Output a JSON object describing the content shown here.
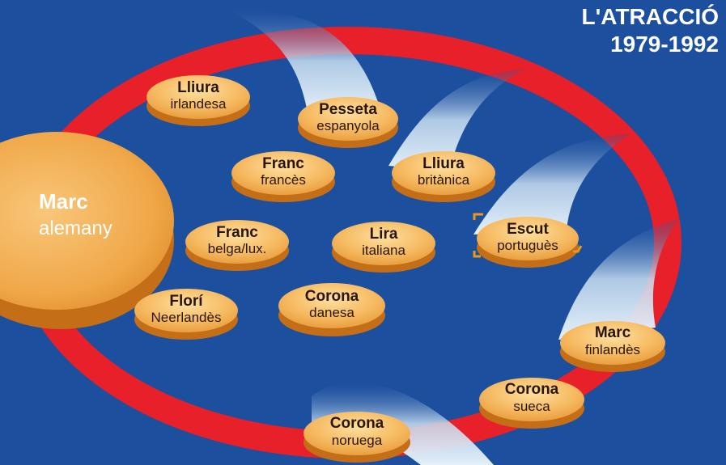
{
  "title": {
    "line1": "L'ATRACCIÓ",
    "line2": "1979-1992"
  },
  "colors": {
    "background": "#1c4f9e",
    "orbit": "#e8202a",
    "coin_top": "#f6b960",
    "coin_side": "#c46e17",
    "comet_tail": "#c9dff1",
    "marker": "#e89a1e"
  },
  "center_currency": {
    "line1": "Marc",
    "line2": "alemany"
  },
  "currencies": [
    {
      "line1": "Lliura",
      "line2": "irlandesa"
    },
    {
      "line1": "Pesseta",
      "line2": "espanyola"
    },
    {
      "line1": "Franc",
      "line2": "francès"
    },
    {
      "line1": "Lliura",
      "line2": "britànica"
    },
    {
      "line1": "Franc",
      "line2": "belga/lux."
    },
    {
      "line1": "Lira",
      "line2": "italiana"
    },
    {
      "line1": "Escut",
      "line2": "portuguès"
    },
    {
      "line1": "Florí",
      "line2": "Neerlandès"
    },
    {
      "line1": "Corona",
      "line2": "danesa"
    },
    {
      "line1": "Marc",
      "line2": "finlandès"
    },
    {
      "line1": "Corona",
      "line2": "sueca"
    },
    {
      "line1": "Corona",
      "line2": "noruega"
    }
  ]
}
